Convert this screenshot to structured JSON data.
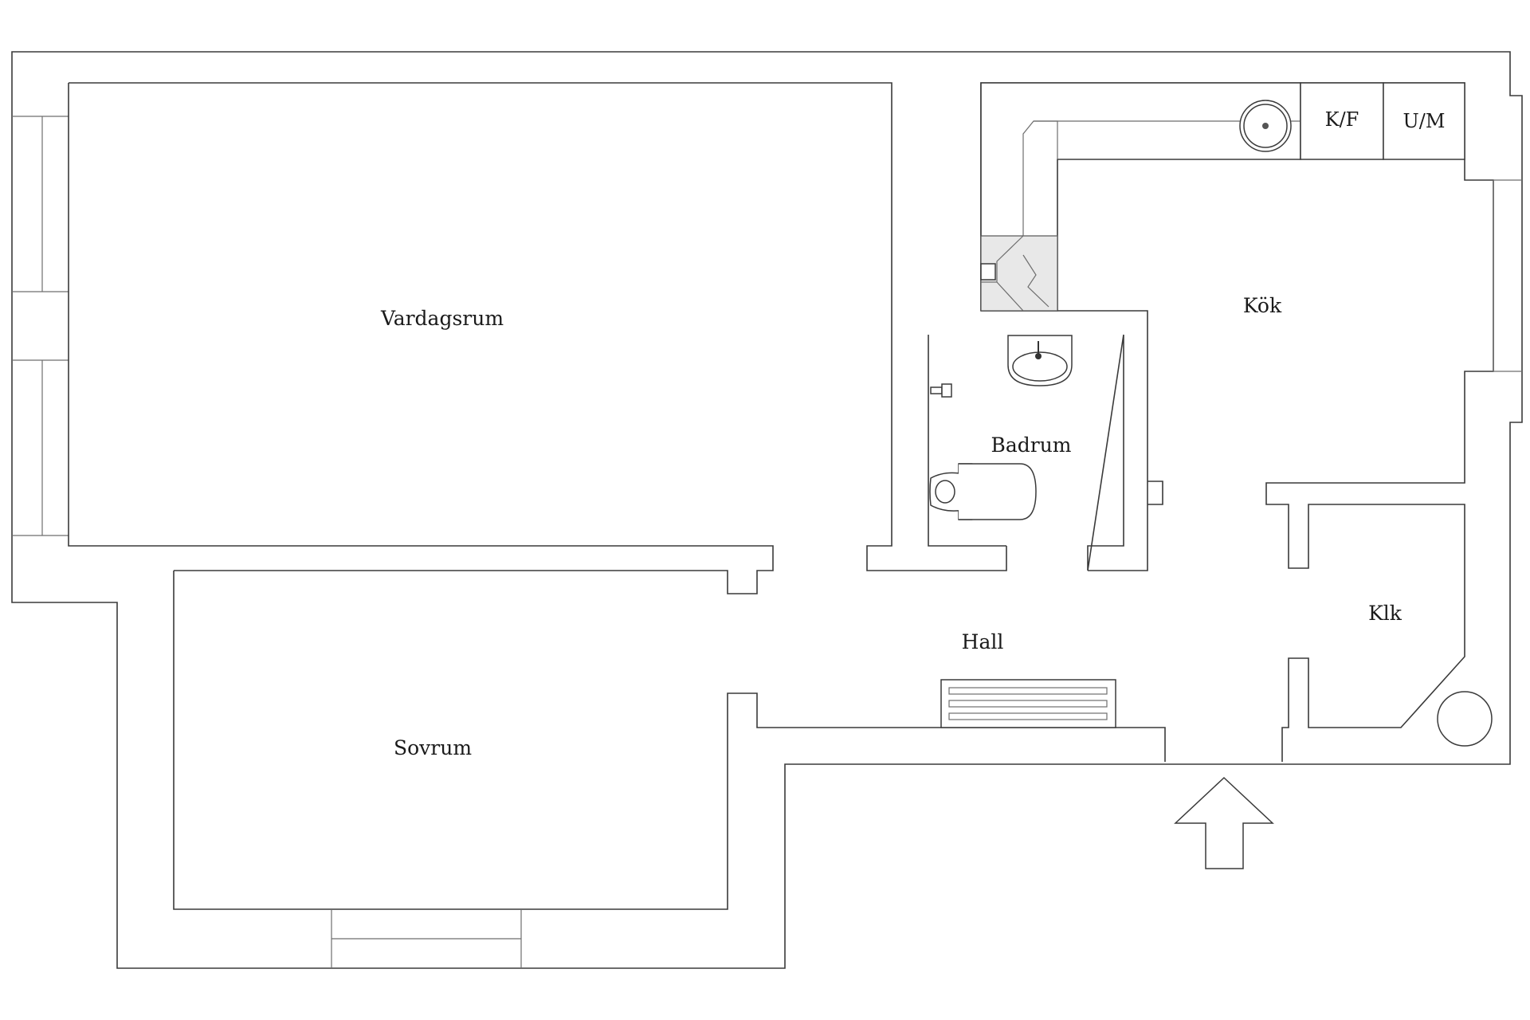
{
  "rooms": {
    "vardagsrum": "Vardagsrum",
    "kok": "Kök",
    "badrum": "Badrum",
    "sovrum": "Sovrum",
    "hall": "Hall",
    "klk": "Klk"
  },
  "appliances": {
    "fridge_freezer": "K/F",
    "dishwasher": "U/M"
  },
  "icons": {
    "entrance": "entrance-arrow-icon",
    "sink": "sink-icon",
    "toilet": "toilet-icon",
    "radiator": "radiator-icon",
    "stove": "stove-icon",
    "water_heater": "water-heater-icon"
  }
}
